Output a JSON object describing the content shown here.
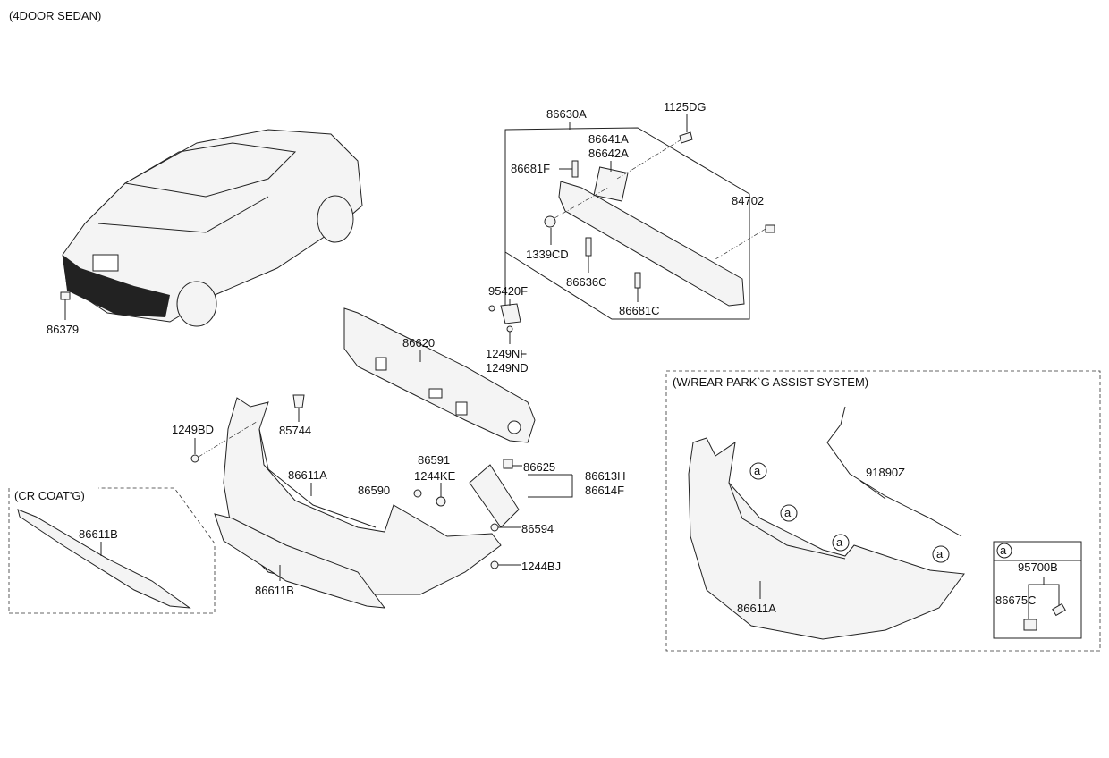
{
  "header": {
    "title": "(4DOOR SEDAN)"
  },
  "labels": {
    "p86379": "86379",
    "p86630A": "86630A",
    "p1125DG": "1125DG",
    "p86641A": "86641A",
    "p86642A": "86642A",
    "p86681F": "86681F",
    "p84702": "84702",
    "p1339CD": "1339CD",
    "p86636C": "86636C",
    "p95420F": "95420F",
    "p86681C": "86681C",
    "p86620": "86620",
    "p1249NF": "1249NF",
    "p1249ND": "1249ND",
    "p1249BD": "1249BD",
    "p85744": "85744",
    "p86611A": "86611A",
    "p86591": "86591",
    "p1244KE": "1244KE",
    "p86625": "86625",
    "p86613H": "86613H",
    "p86614F": "86614F",
    "p86590": "86590",
    "p86594": "86594",
    "p1244BJ": "1244BJ",
    "p86611B": "86611B"
  },
  "cr_coat": {
    "title": "(CR COAT'G)",
    "label": "86611B"
  },
  "park_assist": {
    "title": "(W/REAR PARK`G ASSIST SYSTEM)",
    "wiring": "91890Z",
    "bumper": "86611A",
    "ref": "a",
    "detail": {
      "ref": "a",
      "kit": "95700B",
      "sensor": "86675C"
    }
  }
}
